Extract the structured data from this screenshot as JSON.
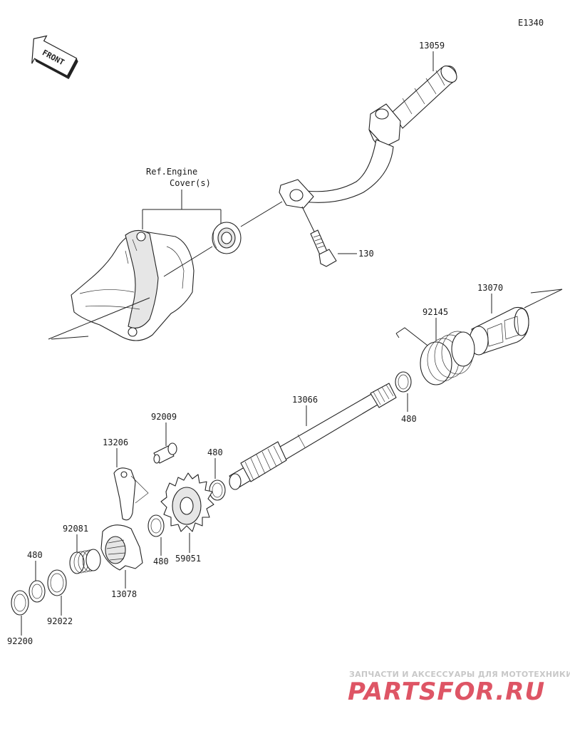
{
  "diagram_code": "E1340",
  "front_label": "FRONT",
  "ref_label": {
    "line1": "Ref.Engine",
    "line2": "Cover(s)"
  },
  "parts": [
    {
      "id": "p13059",
      "number": "13059"
    },
    {
      "id": "p130",
      "number": "130"
    },
    {
      "id": "p13070",
      "number": "13070"
    },
    {
      "id": "p92145",
      "number": "92145"
    },
    {
      "id": "p480_shaft",
      "number": "480"
    },
    {
      "id": "p13066",
      "number": "13066"
    },
    {
      "id": "p92009",
      "number": "92009"
    },
    {
      "id": "p13206",
      "number": "13206"
    },
    {
      "id": "p480_mid",
      "number": "480"
    },
    {
      "id": "p92081",
      "number": "92081"
    },
    {
      "id": "p480_left",
      "number": "480"
    },
    {
      "id": "p480_gear",
      "number": "480"
    },
    {
      "id": "p59051",
      "number": "59051"
    },
    {
      "id": "p13078",
      "number": "13078"
    },
    {
      "id": "p92022",
      "number": "92022"
    },
    {
      "id": "p92200",
      "number": "92200"
    }
  ],
  "watermark": {
    "tagline": "ЗАПЧАСТИ И АКСЕССУАРЫ ДЛЯ МОТОТЕХНИКИ",
    "brand": "PARTSFOR.RU",
    "brand_color": "#d8374a"
  }
}
